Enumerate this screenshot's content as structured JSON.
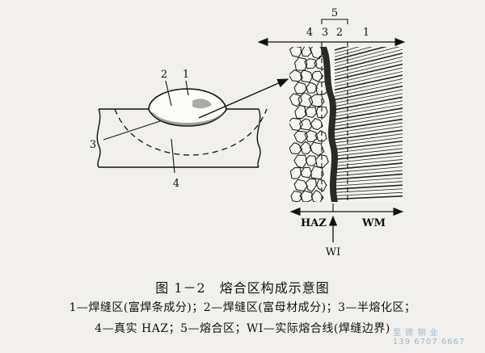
{
  "figure": {
    "left_labels": [
      "1",
      "2",
      "3",
      "4"
    ],
    "top_labels": [
      "5",
      "4",
      "3",
      "2",
      "1"
    ],
    "haz_label": "HAZ",
    "wm_label": "WM",
    "wi_label": "WI"
  },
  "caption": "图 1－2　熔合区构成示意图",
  "legend": {
    "line1": "1—焊缝区(富焊条成分)；2—焊缝区(富母材成分)；3—半熔化区；",
    "line2": "4—真实 HAZ；5—熔合区；WI—实际熔合线(焊缝边界)"
  },
  "watermark": {
    "name": "至 德 钢 业",
    "phone": "139 6707 6667"
  }
}
